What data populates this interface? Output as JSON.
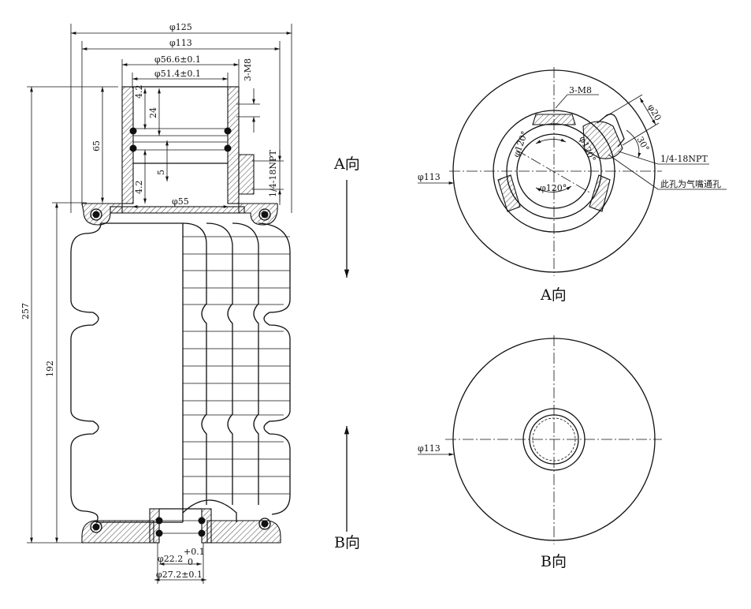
{
  "front_view": {
    "dims": {
      "d125": "φ125",
      "d113": "φ113",
      "d56": "φ56.6±0.1",
      "d51": "φ51.4±0.1",
      "h65": "65",
      "h24": "24",
      "t42a": "4.2",
      "t42b": "4.2",
      "t5": "5",
      "d55": "φ55",
      "m8": "3-M8",
      "npt": "1/4-18NPT",
      "h257": "257",
      "h192": "192",
      "d22": "φ22.2",
      "d22_tol_upper": "+0.1",
      "d22_tol_lower": "0",
      "d27": "φ27.2±0.1"
    }
  },
  "view_a": {
    "label": "A向",
    "dims": {
      "m8": "3-M8",
      "d20": "φ20",
      "ang30": "30°",
      "npt": "1/4-18NPT",
      "note": "此孔为气嘴通孔",
      "d113": "φ113",
      "ang120a": "φ120°",
      "ang120b": "φ120°",
      "ang120c": "φ120°"
    }
  },
  "view_b": {
    "label": "B向",
    "dims": {
      "d113": "φ113"
    }
  },
  "arrow_labels": {
    "a": "A向",
    "b": "B向"
  }
}
